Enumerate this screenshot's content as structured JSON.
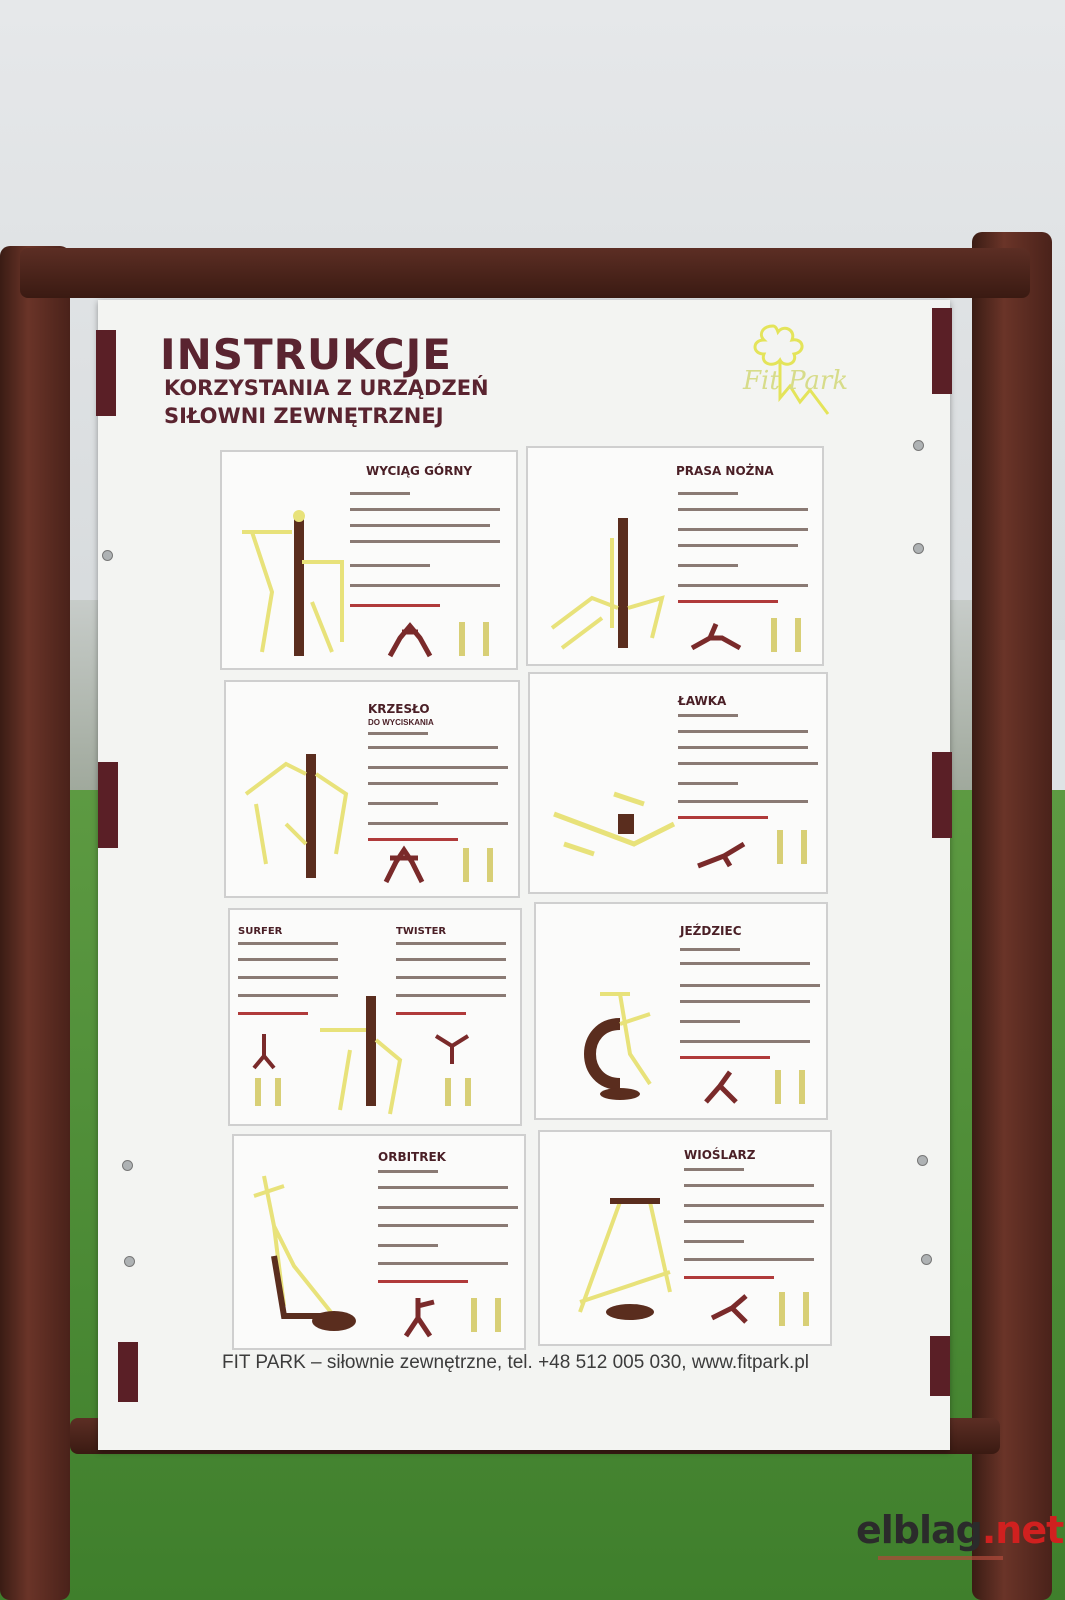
{
  "sign": {
    "title": "INSTRUKCJE",
    "subtitle_line1": "KORZYSTANIA Z URZĄDZEŃ",
    "subtitle_line2": "SIŁOWNI ZEWNĘTRZNEJ",
    "logo_text": "Fit Park",
    "footer": "FIT PARK – siłownie zewnętrzne, tel. +48 512 005 030, www.fitpark.pl"
  },
  "panels": [
    {
      "title": "WYCIĄG GÓRNY"
    },
    {
      "title": "PRASA NOŻNA"
    },
    {
      "title": "KRZESŁO",
      "subtitle": "DO WYCISKANIA"
    },
    {
      "title": "ŁAWKA"
    },
    {
      "title": "SURFER"
    },
    {
      "title": "TWISTER"
    },
    {
      "title": "JEŹDZIEC"
    },
    {
      "title": "ORBITREK"
    },
    {
      "title": "WIOŚLARZ"
    }
  ],
  "watermark": {
    "main": "elblag",
    "tld": ".net"
  },
  "colors": {
    "frame": "#4a2219",
    "sign_text": "#5a2430",
    "equipment": "#e8e27a",
    "grass": "#4e8c36"
  }
}
